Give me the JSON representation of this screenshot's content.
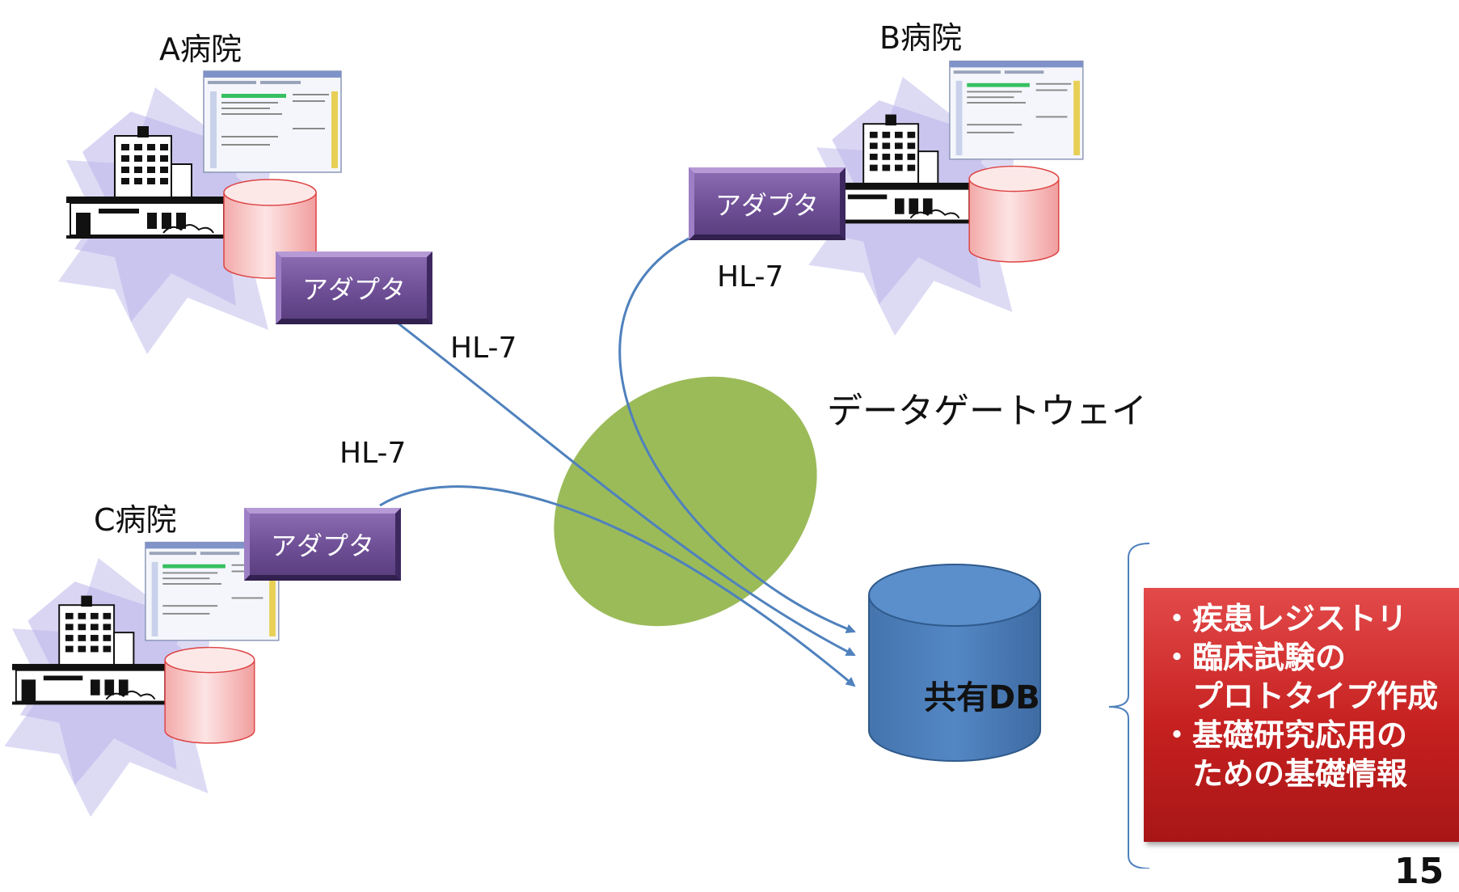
{
  "hospitals": {
    "a": {
      "label": "A病院"
    },
    "b": {
      "label": "B病院"
    },
    "c": {
      "label": "C病院"
    }
  },
  "adapter_label": "アダプタ",
  "connections": {
    "a_label": "HL-7",
    "b_label": "HL-7",
    "c_label": "HL-7"
  },
  "gateway": {
    "label": "データゲートウェイ"
  },
  "shared_db": {
    "label": "共有DB"
  },
  "uses": [
    "・疾患レジストリ",
    "・臨床試験の",
    "プロトタイプ作成",
    "・基礎研究応用の",
    "ための基礎情報"
  ],
  "page_number": "15",
  "colors": {
    "gateway_fill": "#9bbb59",
    "db_fill": "#4f81bd",
    "arrow": "#4f81bd",
    "hospital_db_fill": "#f8c8c8",
    "adapter_fill": "#7a5aa3",
    "uses_box_fill": "#c62020"
  }
}
